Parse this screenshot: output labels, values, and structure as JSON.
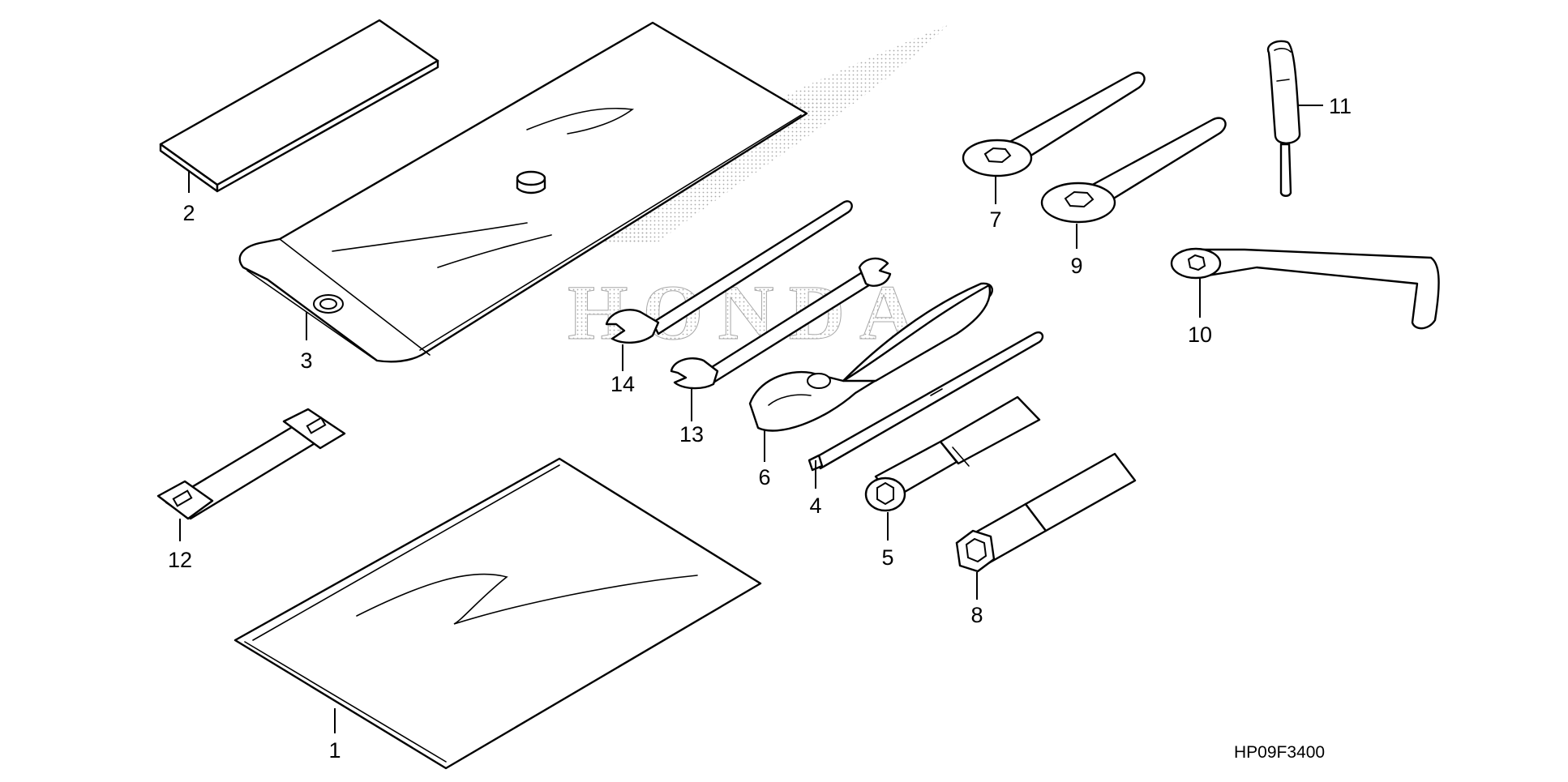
{
  "diagram_code": "HP09F3400",
  "colors": {
    "ink": "#000000",
    "paper": "#ffffff",
    "watermark": "#9a9a9a"
  },
  "watermark": {
    "icon": "honda-wing-logo-icon",
    "text": "HONDA"
  },
  "callouts": [
    {
      "id": "1",
      "label": "1",
      "part": "manual-bag"
    },
    {
      "id": "2",
      "label": "2",
      "part": "foam-pad"
    },
    {
      "id": "3",
      "label": "3",
      "part": "tool-bag"
    },
    {
      "id": "4",
      "label": "4",
      "part": "screwdriver"
    },
    {
      "id": "5",
      "label": "5",
      "part": "socket-wrench"
    },
    {
      "id": "6",
      "label": "6",
      "part": "pliers"
    },
    {
      "id": "7",
      "label": "7",
      "part": "ring-spanner"
    },
    {
      "id": "8",
      "label": "8",
      "part": "spark-plug-wrench"
    },
    {
      "id": "9",
      "label": "9",
      "part": "ring-spanner"
    },
    {
      "id": "10",
      "label": "10",
      "part": "hook-wrench"
    },
    {
      "id": "11",
      "label": "11",
      "part": "screwdriver-grip"
    },
    {
      "id": "12",
      "label": "12",
      "part": "strap"
    },
    {
      "id": "13",
      "label": "13",
      "part": "open-end-wrench"
    },
    {
      "id": "14",
      "label": "14",
      "part": "open-end-wrench"
    }
  ]
}
